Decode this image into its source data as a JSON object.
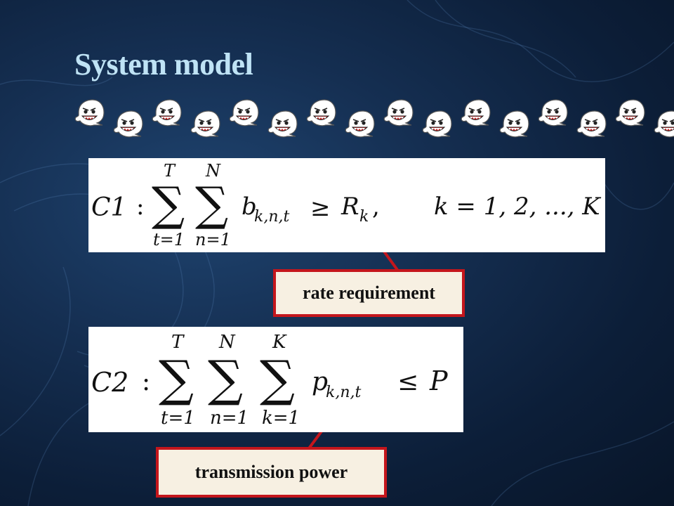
{
  "slide": {
    "title": "System model",
    "ghost_icon": "boo-ghost-icon",
    "ghost_count": 16
  },
  "constraint_c1": {
    "label": "C1",
    "colon": ":",
    "sum1": {
      "upper": "T",
      "lower": "t=1"
    },
    "sum2": {
      "upper": "N",
      "lower": "n=1"
    },
    "term": "b",
    "subscript": "k,n,t",
    "relation": "≥",
    "rhs": "R",
    "rhs_subscript": "k",
    "comma": ",",
    "range": "k = 1, 2, ..., K"
  },
  "constraint_c2": {
    "label": "C2",
    "colon": ":",
    "sum1": {
      "upper": "T",
      "lower": "t=1"
    },
    "sum2": {
      "upper": "N",
      "lower": "n=1"
    },
    "sum3": {
      "upper": "K",
      "lower": "k=1"
    },
    "term": "p",
    "subscript": "k,n,t",
    "relation": "≤",
    "rhs": "P"
  },
  "callouts": {
    "rate": "rate requirement",
    "power": "transmission power"
  },
  "colors": {
    "title": "#bfe3f5",
    "callout_border": "#c4161c",
    "callout_fill": "#f7f0e2",
    "background": "#0c1e38"
  }
}
